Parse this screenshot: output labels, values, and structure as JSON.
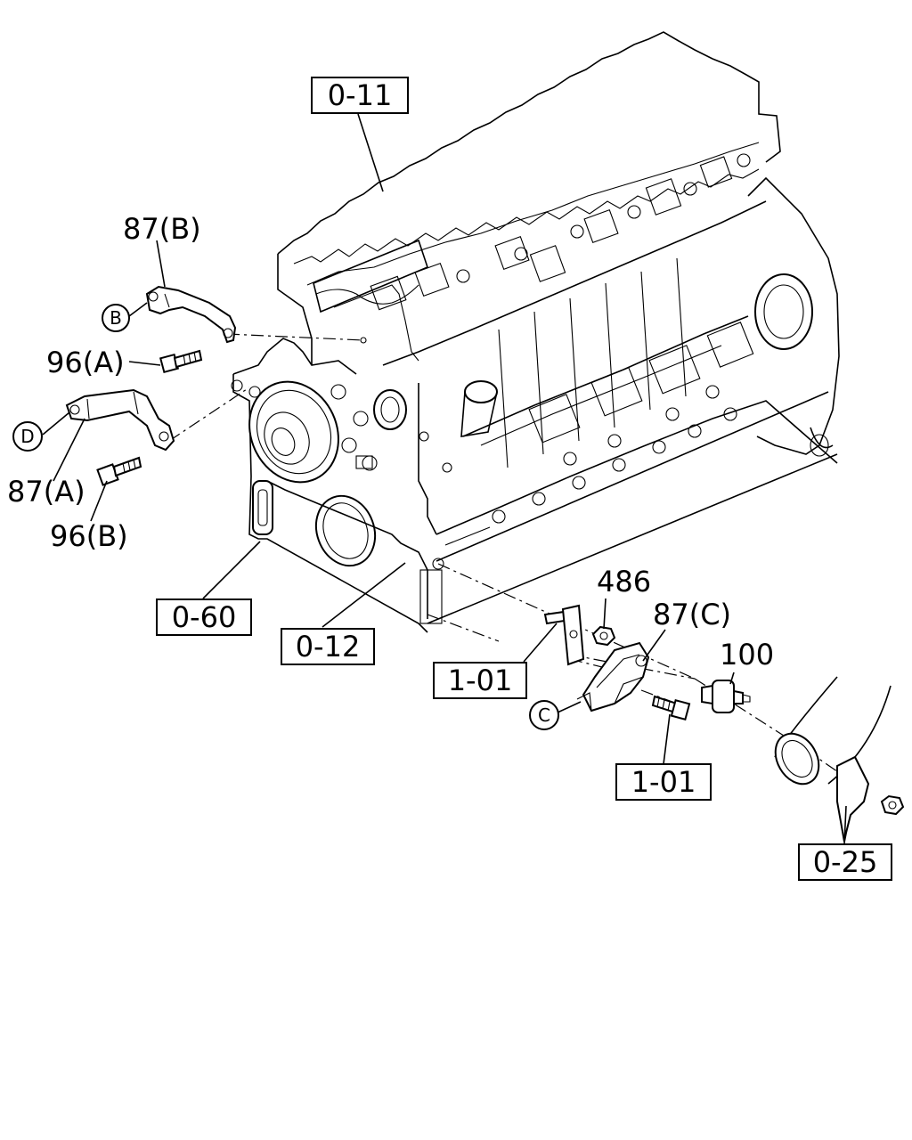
{
  "reference_boxes": {
    "block_top": "0-11",
    "front_cover": "0-60",
    "oil_pan_rail": "0-12",
    "bracket_a": "1-01",
    "bolt_c": "1-01",
    "exhaust": "0-25"
  },
  "part_labels": {
    "bracket_b": "87(B)",
    "bolt_a": "96(A)",
    "bracket_a": "87(A)",
    "bolt_b": "96(B)",
    "nut": "486",
    "bracket_c": "87(C)",
    "sensor": "100"
  },
  "callouts": {
    "b": "B",
    "d": "D",
    "c": "C"
  }
}
